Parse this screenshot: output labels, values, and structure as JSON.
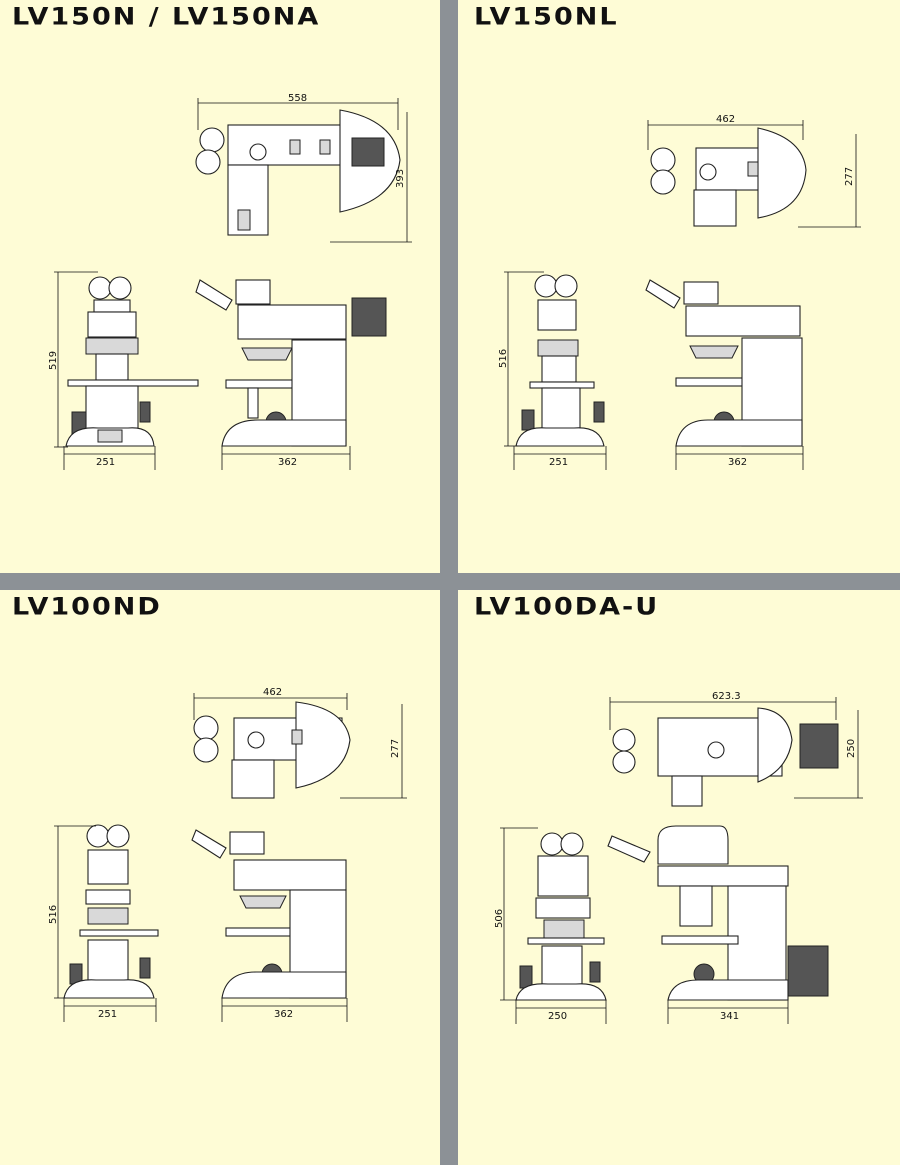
{
  "panels": [
    {
      "title": "LV150N / LV150NA",
      "top_width": "558",
      "top_height": "393",
      "front_height": "519",
      "front_width": "251",
      "side_width": "362"
    },
    {
      "title": "LV150NL",
      "top_width": "462",
      "top_height": "277",
      "front_height": "516",
      "front_width": "251",
      "side_width": "362"
    },
    {
      "title": "LV100ND",
      "top_width": "462",
      "top_height": "277",
      "front_height": "516",
      "front_width": "251",
      "side_width": "362"
    },
    {
      "title": "LV100DA-U",
      "top_width": "623.3",
      "top_height": "250",
      "front_height": "506",
      "front_width": "250",
      "side_width": "341"
    }
  ],
  "colors": {
    "panel_background": "#fefcd6",
    "frame": "#8c9196",
    "ink": "#111111"
  }
}
